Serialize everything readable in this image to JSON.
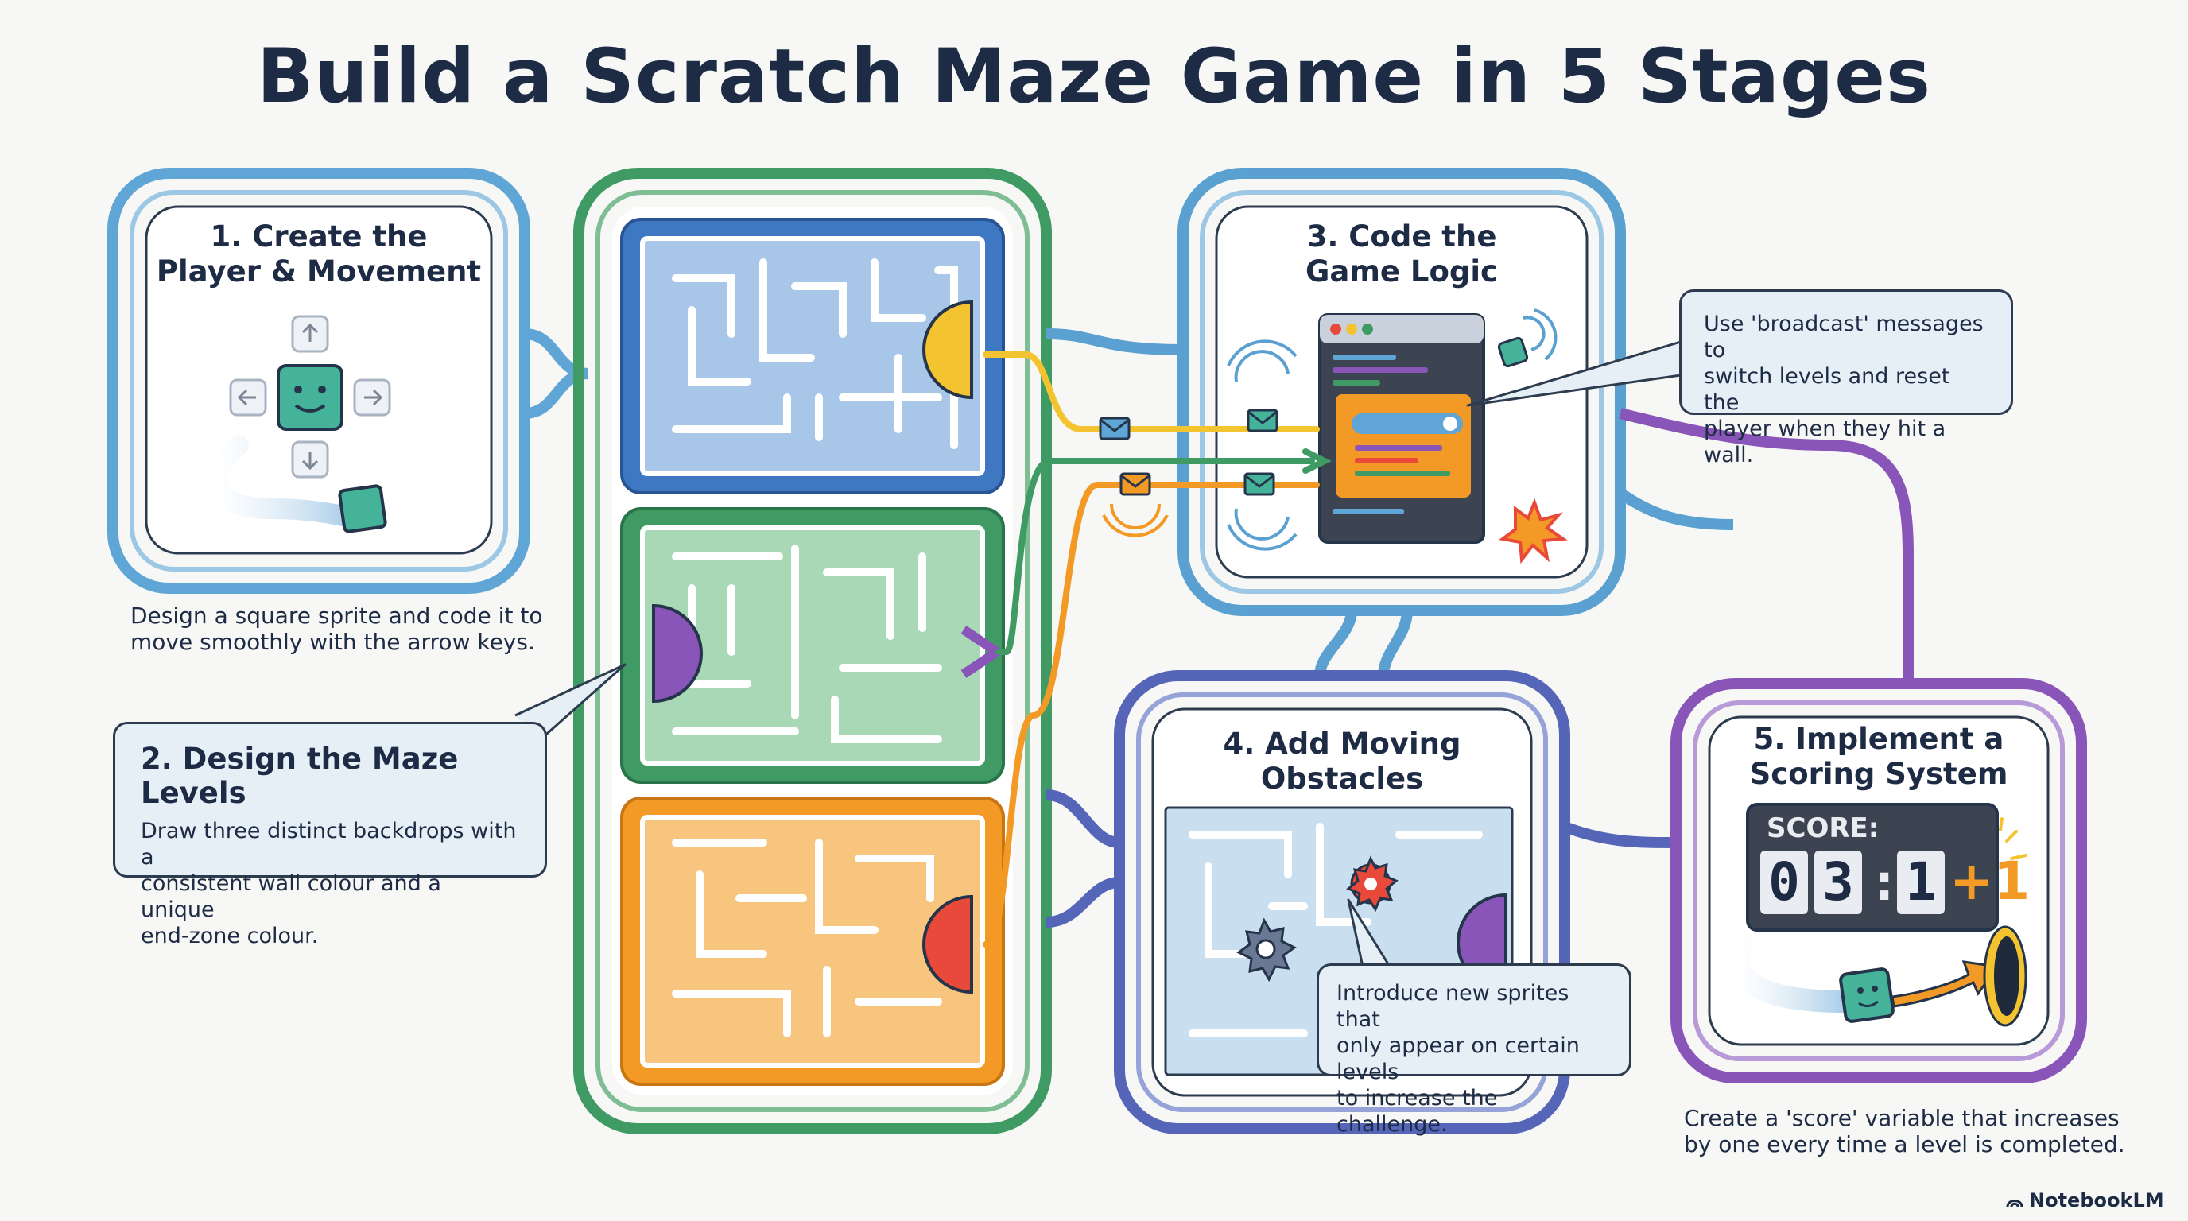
{
  "title": "Build a Scratch Maze Game in 5 Stages",
  "stages": [
    {
      "heading_line1": "1. Create the",
      "heading_line2": "Player & Movement",
      "description_line1": "Design a square sprite and code it to",
      "description_line2": "move smoothly with the arrow keys."
    },
    {
      "heading": "2. Design the Maze Levels",
      "description_line1": "Draw three distinct backdrops with a",
      "description_line2": "consistent wall colour and a unique",
      "description_line3": "end-zone colour."
    },
    {
      "heading_line1": "3. Code the",
      "heading_line2": "Game Logic",
      "callout_line1": "Use 'broadcast' messages to",
      "callout_line2": "switch levels and reset the",
      "callout_line3": "player when they hit a wall."
    },
    {
      "heading_line1": "4. Add Moving",
      "heading_line2": "Obstacles",
      "callout_line1": "Introduce new sprites that",
      "callout_line2": "only appear on certain levels",
      "callout_line3": "to increase the challenge."
    },
    {
      "heading_line1": "5. Implement a",
      "heading_line2": "Scoring System",
      "score_label": "SCORE:",
      "score_digits": [
        "0",
        "3",
        ":",
        "1"
      ],
      "bonus": "+1",
      "description_line1": "Create a 'score' variable that increases",
      "description_line2": "by one every time a level is completed."
    }
  ],
  "brand": "NotebookLM",
  "icons": [
    "arrow-up-icon",
    "arrow-down-icon",
    "arrow-left-icon",
    "arrow-right-icon",
    "player-sprite-icon",
    "envelope-icon",
    "gear-obstacle-icon",
    "explosion-icon",
    "goal-portal-icon",
    "notebooklm-logo-icon"
  ],
  "colors": {
    "background": "#f7f8f5",
    "stage1_path": "#5fa6d6",
    "maze_level_1": "#3f78c2",
    "maze_level_2": "#3f9a63",
    "maze_level_3": "#f29a25",
    "stage3_path": "#5aa0d0",
    "stage4_path": "#5566b8",
    "stage5_path": "#8a55b8",
    "end_zone_yellow": "#f4c430",
    "end_zone_purple": "#8a55b8",
    "end_zone_red": "#e8493b",
    "sprite": "#44b39a"
  }
}
